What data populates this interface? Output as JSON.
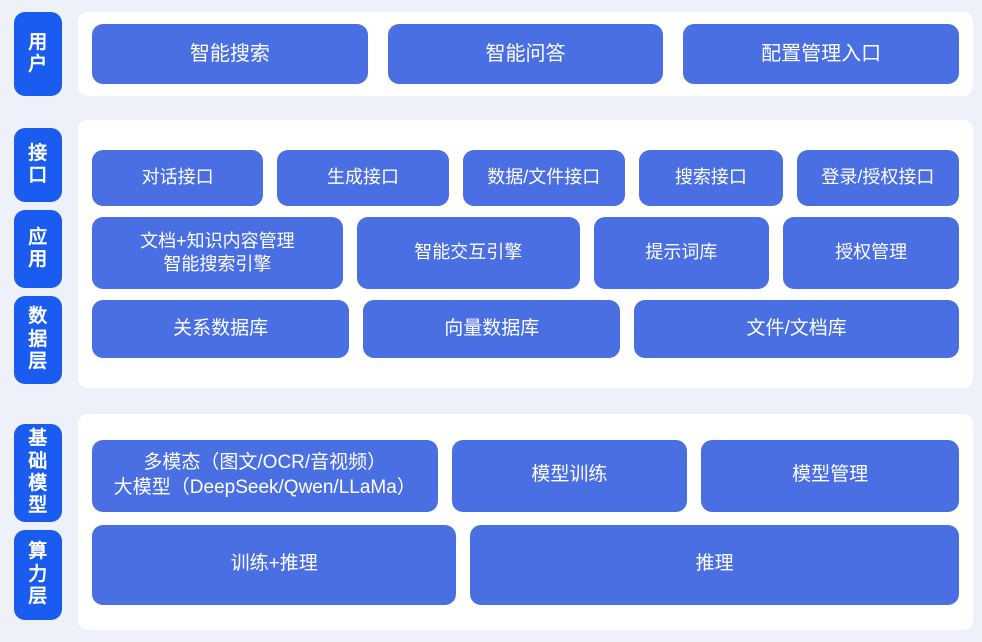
{
  "meta": {
    "title": "AI 平台分层架构图",
    "accent_chip_color": "#1b5cf0",
    "accent_box_color": "#4a6fe3",
    "panel_color": "#ffffff",
    "background_color": "#eef1f9",
    "text_color": "#ffffff"
  },
  "sections": [
    {
      "id": "user",
      "labels": [
        "用户"
      ],
      "rows": [
        {
          "id": "row-user",
          "boxes": [
            "智能搜索",
            "智能问答",
            "配置管理入口"
          ]
        }
      ]
    },
    {
      "id": "middle",
      "labels": [
        "接口",
        "应用",
        "数据层"
      ],
      "rows": [
        {
          "id": "row-interface",
          "boxes": [
            "对话接口",
            "生成接口",
            "数据/文件接口",
            "搜索接口",
            "登录/授权接口"
          ]
        },
        {
          "id": "row-app",
          "boxes": [
            "文档+知识内容管理\n智能搜索引擎",
            "智能交互引擎",
            "提示词库",
            "授权管理"
          ]
        },
        {
          "id": "row-dbs",
          "boxes": [
            "关系数据库",
            "向量数据库",
            "文件/文档库"
          ]
        }
      ]
    },
    {
      "id": "bottom",
      "labels": [
        "基础模型",
        "算力层"
      ],
      "rows": [
        {
          "id": "row-models",
          "boxes": [
            "多模态（图文/OCR/音视频）\n大模型（DeepSeek/Qwen/LLaMa）",
            "模型训练",
            "模型管理"
          ]
        },
        {
          "id": "row-compute",
          "boxes": [
            "训练+推理",
            "推理"
          ]
        }
      ]
    }
  ],
  "rail_labels": {
    "user": "用户",
    "interface": "接口",
    "app": "应用",
    "data": "数据层",
    "model": "基础模型",
    "compute": "算力层"
  }
}
